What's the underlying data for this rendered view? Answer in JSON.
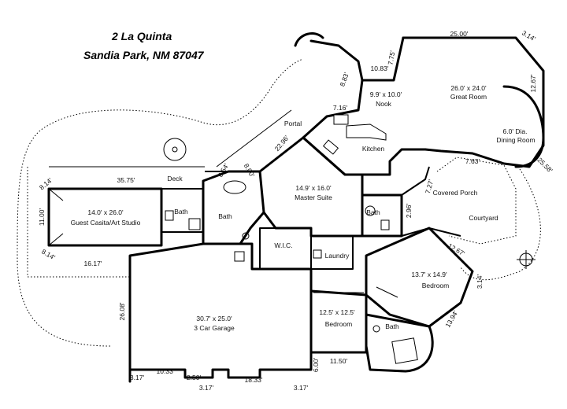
{
  "header": {
    "line1": "2 La Quinta",
    "line2": "Sandia Park, NM 87047"
  },
  "rooms": {
    "great_room_size": "26.0' x 24.0'",
    "great_room_name": "Great Room",
    "nook_size": "9.9' x 10.0'",
    "nook_name": "Nook",
    "dining_size": "6.0' Dia.",
    "dining_name": "Dining Room",
    "kitchen": "Kitchen",
    "portal": "Portal",
    "master_size": "14.9' x 16.0'",
    "master_name": "Master Suite",
    "covered_porch": "Covered Porch",
    "courtyard": "Courtyard",
    "deck": "Deck",
    "casita_size": "14.0' x 26.0'",
    "casita_name": "Guest Casita/Art Studio",
    "bath_casita": "Bath",
    "bath_master": "Bath",
    "bath_hall": "Bath",
    "bath_south": "Bath",
    "wic": "W.I.C.",
    "laundry": "Laundry",
    "bedroom_east_size": "13.7' x 14.9'",
    "bedroom_east_name": "Bedroom",
    "bedroom_south_size": "12.5' x 12.5'",
    "bedroom_south_name": "Bedroom",
    "garage_size": "30.7' x 25.0'",
    "garage_name": "3 Car Garage"
  },
  "dimensions": {
    "d_25_00": "25.00'",
    "d_3_14_top": "3.14'",
    "d_7_75": "7.75'",
    "d_10_83": "10.83'",
    "d_12_67": "12.67'",
    "d_8_83": "8.83'",
    "d_7_16": "7.16'",
    "d_22_96": "22.96'",
    "d_25_58": "25.58'",
    "d_7_63": "7.63'",
    "d_7_27": "7.27'",
    "d_2_96": "2.96'",
    "d_12_67_east": "12.67'",
    "d_3_14_east": "3.14'",
    "d_13_94": "13.94'",
    "d_35_75": "35.75'",
    "d_8_00": "8.00'",
    "d_6_54": "6.54'",
    "d_8_14_top": "8.14'",
    "d_11_00": "11.00'",
    "d_8_14_bottom": "8.14'",
    "d_16_17": "16.17'",
    "d_26_08": "26.08'",
    "d_10_33": "10.33'",
    "d_3_17_left": "3.17'",
    "d_2_50": "2.50'",
    "d_3_17_mid": "3.17'",
    "d_18_33": "18.33'",
    "d_3_17_right": "3.17'",
    "d_6_00": "6.00'",
    "d_11_50": "11.50'"
  }
}
